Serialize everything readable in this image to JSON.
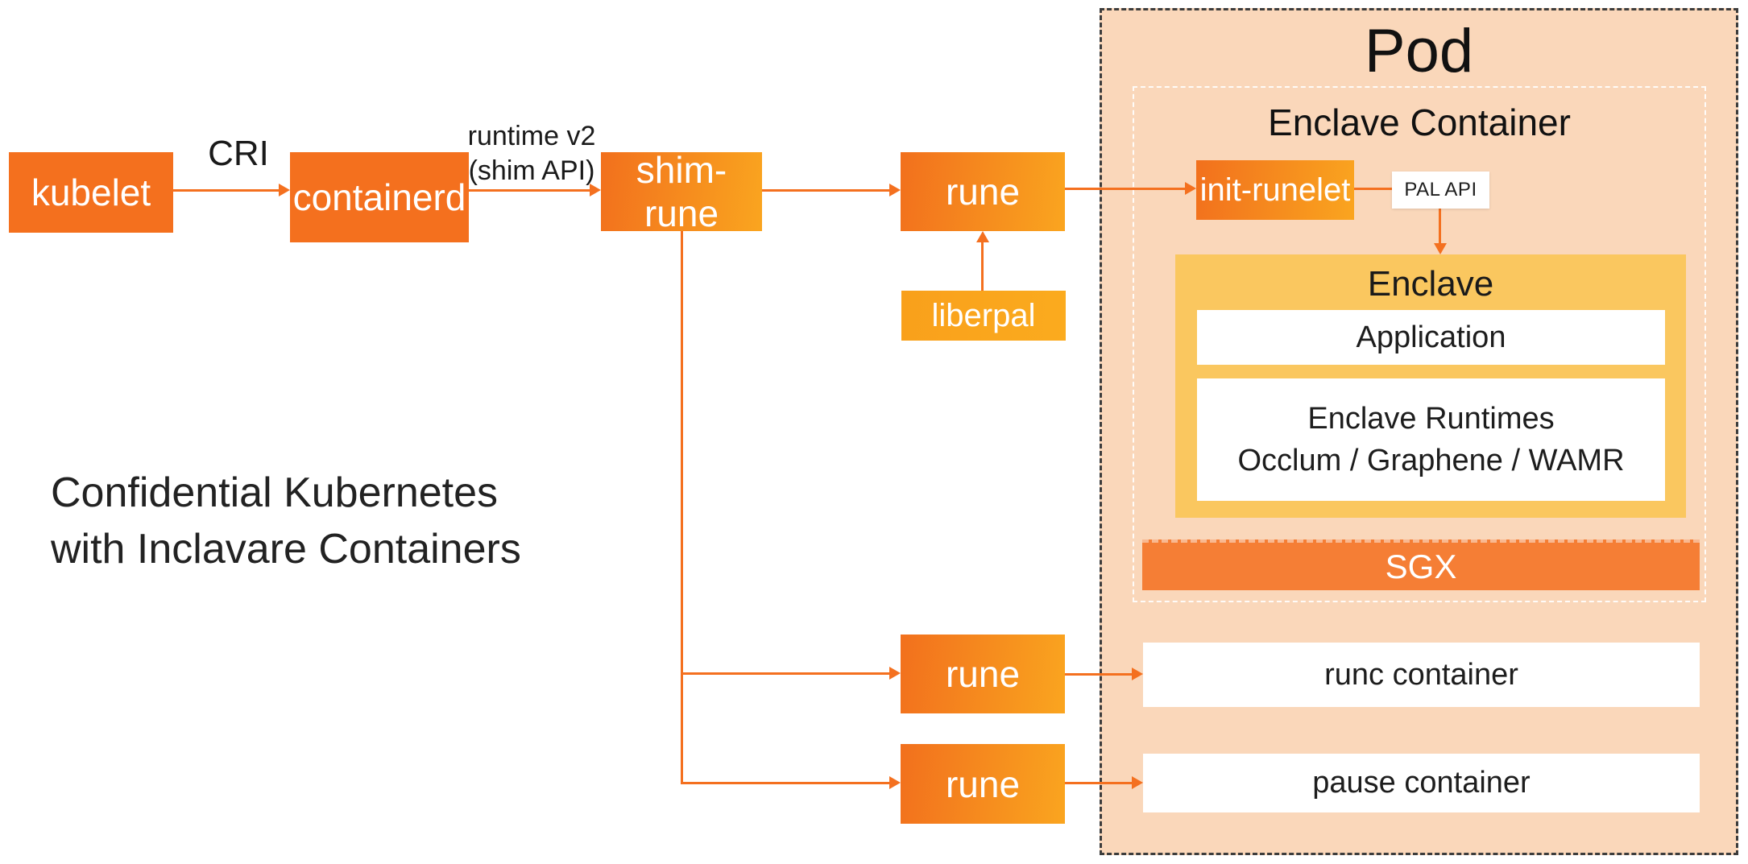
{
  "caption": {
    "line1": "Confidential Kubernetes",
    "line2": "with Inclavare Containers"
  },
  "edge_labels": {
    "cri": "CRI",
    "runtime_v2_line1": "runtime v2",
    "runtime_v2_line2": "(shim API)"
  },
  "nodes": {
    "kubelet": "kubelet",
    "containerd": "containerd",
    "shim_rune": "shim-rune",
    "rune_top": "rune",
    "liberpal": "liberpal",
    "rune_mid": "rune",
    "rune_bottom": "rune"
  },
  "pod": {
    "title": "Pod",
    "enclave_container_title": "Enclave Container",
    "init_runelet": "init-runelet",
    "pal_api": "PAL API",
    "enclave_title": "Enclave",
    "application": "Application",
    "enclave_runtimes_line1": "Enclave Runtimes",
    "enclave_runtimes_line2": "Occlum / Graphene / WAMR",
    "sgx": "SGX",
    "runc_container": "runc container",
    "pause_container": "pause container"
  },
  "colors": {
    "flat_orange": "#F4701E",
    "gradient_orange_start": "#F2701D",
    "gradient_orange_end": "#FAA51F",
    "gold_box": "#F9A01B",
    "pod_background": "#FAD7BA",
    "enclave_gold": "#FAC75F",
    "sgx_orange": "#F57E35",
    "arrow_orange": "#F4701F",
    "pod_border": "#3C3C3C",
    "white": "#FFFFFF"
  }
}
